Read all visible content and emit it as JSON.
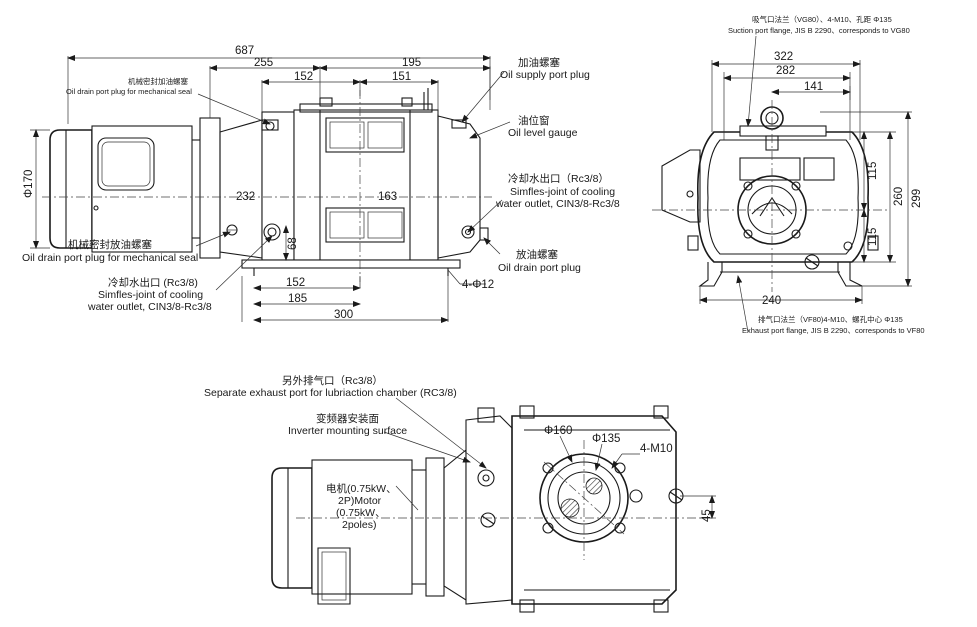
{
  "front_view": {
    "dims": {
      "overall_length": "687",
      "upper_left": "255",
      "upper_right": "195",
      "inner_left": "152",
      "inner_right": "151",
      "body_diameter": "Φ170",
      "left_inner": "232",
      "center_inner": "163",
      "port_height": "68",
      "base_152": "152",
      "base_185": "185",
      "base_300": "300",
      "mount_holes": "4-Φ12"
    },
    "labels": {
      "mech_seal_fill_cn": "机械密封加油螺塞",
      "mech_seal_fill_en": "Oil drain port plug for mechanical seal",
      "oil_supply_cn": "加油螺塞",
      "oil_supply_en": "Oil supply port plug",
      "oil_level_cn": "油位窗",
      "oil_level_en": "Oil level gauge",
      "cool_out_cn": "冷却水出口（Rc3/8）",
      "cool_out_en1": "Simfles-joint of cooling",
      "cool_out_en2": "water outlet, CIN3/8-Rc3/8",
      "mech_drain_cn": "机械密封放油螺塞",
      "mech_drain_en": "Oil drain port plug for mechanical seal",
      "oil_drain_cn": "放油螺塞",
      "oil_drain_en": "Oil drain port plug",
      "cool_in_cn": "冷却水出口 (Rc3/8)",
      "cool_in_en1": "Simfles-joint of cooling",
      "cool_in_en2": "water outlet, CIN3/8-Rc3/8"
    }
  },
  "side_view": {
    "dims": {
      "w322": "322",
      "w282": "282",
      "w141": "141",
      "h115a": "115",
      "h115b": "115",
      "h260": "260",
      "h299": "299",
      "w240": "240"
    },
    "labels": {
      "suction_cn": "吸气口法兰（VG80）、4-M10、孔距 Φ135",
      "suction_en": "Suction port flange, JIS B 2290、corresponds to VG80",
      "exhaust_cn": "排气口法兰（VF80)4-M10、螺孔中心 Φ135",
      "exhaust_en": "Exhaust port flange, JIS B 2290、corresponds to VF80"
    }
  },
  "top_view": {
    "dims": {
      "d160": "Φ160",
      "d135": "Φ135",
      "m10": "4-M10",
      "d45": "45"
    },
    "labels": {
      "sep_exhaust_cn": "另外排气口（Rc3/8）",
      "sep_exhaust_en": "Separate exhaust port for lubriaction chamber (RC3/8)",
      "inverter_cn": "变频器安装面",
      "inverter_en": "Inverter mounting surface",
      "motor_l1": "电机(0.75kW、",
      "motor_l2": "2P)Motor",
      "motor_l3": "(0.75kW、",
      "motor_l4": "2poles)"
    }
  }
}
